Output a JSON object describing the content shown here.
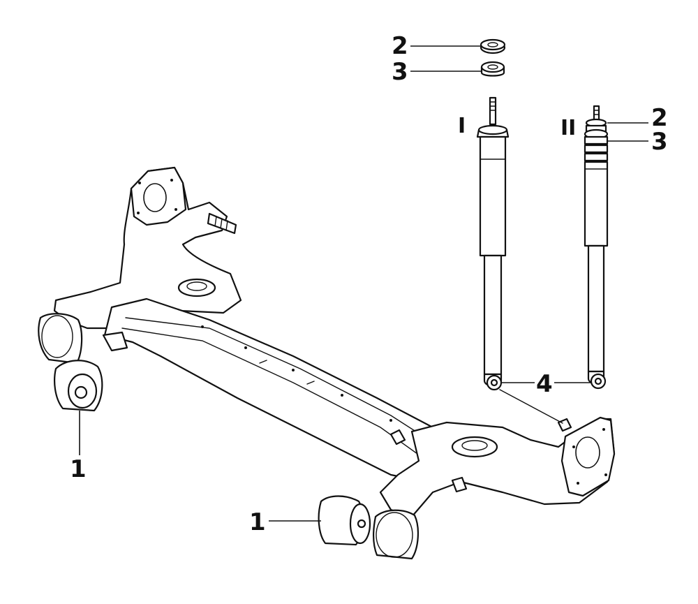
{
  "diagram": {
    "callouts": {
      "bushing_left": "1",
      "bushing_bottom": "1",
      "washer_top": "2",
      "washer_lower": "3",
      "washer_top_right": "2",
      "washer_lower_right": "3",
      "shock_mount": "4"
    },
    "variants": {
      "first": "I",
      "second": "II"
    },
    "colors": {
      "line": "#111111",
      "background": "#ffffff"
    }
  }
}
